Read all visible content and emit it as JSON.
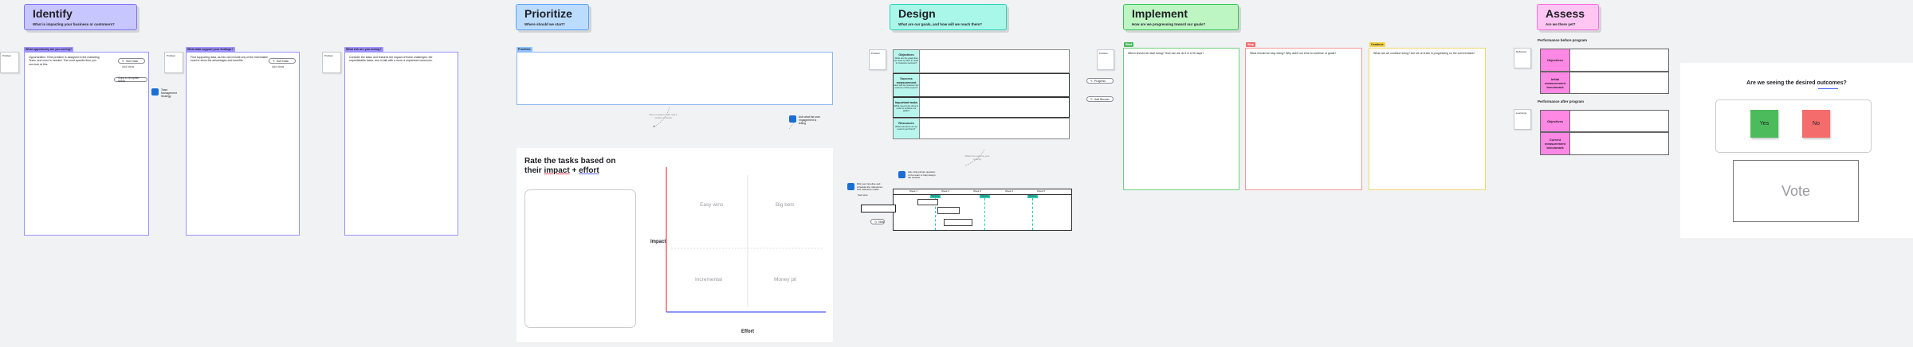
{
  "colors": {
    "identify": "#c8c6ff",
    "prioritize": "#bcdcff",
    "design": "#a8f7e8",
    "implement": "#bdf5c3",
    "assess": "#ffc6f4",
    "green": "#4cbb5c",
    "red": "#f46c6c",
    "yellow": "#f5d54b",
    "purple_tag": "#8f7cff",
    "avatar": "#1a6fd6",
    "axis": "#e8434f"
  },
  "identify": {
    "title": "Identify",
    "subtitle": "What is impacting your business or customers?",
    "tags": [
      "What opportunity are you seeing?",
      "What data support your findings?",
      "What risk are you seeing?"
    ],
    "panels": [
      "Opportunities: If the problem is assigned to the marketing Team, and more is needed. The most specific time you can look at this.",
      "Find supporting data, as this can include any of the information used to show the advantages and benefits.",
      "Consider the tasks and features the impact of these challenges: the unpredictable tasks, and in talk with a more a unplanned resources."
    ],
    "sticky_label": "Problem",
    "pills": [
      "Sort Data",
      "Add Ideas",
      "Copy to template below"
    ],
    "avatar_note": "Team Management Strategy"
  },
  "prioritize": {
    "title": "Prioritize",
    "subtitle": "Where should we start?",
    "tag": "Priorities",
    "dashed_note": "Move a sticky to start, and a number of results",
    "avatar_note": "Ask what the user engagement is telling",
    "chart_title_1": "Rate the tasks based on",
    "chart_title_2": "their ",
    "chart_title_impact": "impact",
    "chart_title_plus": " + ",
    "chart_title_effort": "effort",
    "quadrants": [
      "Easy wins",
      "Big bets",
      "Incremental",
      "Money pit"
    ],
    "y_label": "Impact",
    "x_label": "Effort"
  },
  "design": {
    "title": "Design",
    "subtitle": "What are our goals, and how will we reach them?",
    "sticky_label": "Problem",
    "rows": [
      {
        "label": "Objectives",
        "desc": "What are the goals that we need to have in order to measure success?"
      },
      {
        "label": "Success measurement",
        "desc": "How will we measure the success of this project?"
      },
      {
        "label": "Important tasks",
        "desc": "What need to be done in order to achieve our goals?"
      },
      {
        "label": "Resources",
        "desc": "What resources do we need to get there?"
      }
    ],
    "dashed_note": "What's the outcome your working",
    "avatar_note": "Ask a big picture question to the team to help design the timeline",
    "left_note": "Pick your timeline and schedule the milestones and milestone marks",
    "gantt_cols": [
      "Week 1",
      "Week 2",
      "Week 3",
      "Week 4",
      "Week 5"
    ],
    "milestone": "Milestone",
    "pill": "Now",
    "gantt_row_label": "Task name"
  },
  "implement": {
    "title": "Implement",
    "subtitle": "How are we progressing toward our goals?",
    "sticky_label": "Problem",
    "pills": [
      "Progress",
      "Add Blocker"
    ],
    "columns": [
      {
        "tag": "Start",
        "prompt": "Which should we start doing? How can we do it in a 90 days?"
      },
      {
        "tag": "Stop",
        "prompt": "What should we stop doing? Why didn't our time to continue or goals?"
      },
      {
        "tag": "Continue",
        "prompt": "What can we continue doing? Are we on track in progressing on the current tasks?"
      }
    ]
  },
  "assess": {
    "title": "Assess",
    "subtitle": "Are we there yet?",
    "section_1": "Performance before program",
    "section_2": "Performance after program",
    "row_labels": [
      "Objectives",
      "Initial measurement benchmark",
      "Objectives",
      "Current measurement benchmark"
    ],
    "sticky_labels": [
      "Reflection",
      "Learnings"
    ]
  },
  "vote": {
    "question": "Are we seeing the desired outcomes?",
    "yes": "Yes",
    "no": "No",
    "label": "Vote"
  }
}
